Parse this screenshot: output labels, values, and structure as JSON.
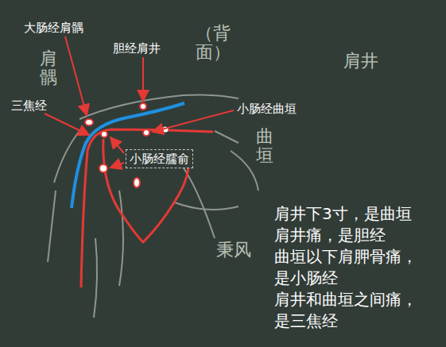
{
  "diagram": {
    "labels": [
      "大肠经肩髃",
      "胆经肩井",
      "三焦经",
      "小肠经曲垣",
      "小肠经臑俞",
      "肩髃",
      "（背面）",
      "曲垣",
      "肩井",
      "秉风",
      "肩井下3寸，是曲垣",
      "肩井痛，是胆经",
      "曲垣以下肩胛骨痛，是小肠经",
      "肩井和曲垣之间痛，是三焦经"
    ]
  }
}
